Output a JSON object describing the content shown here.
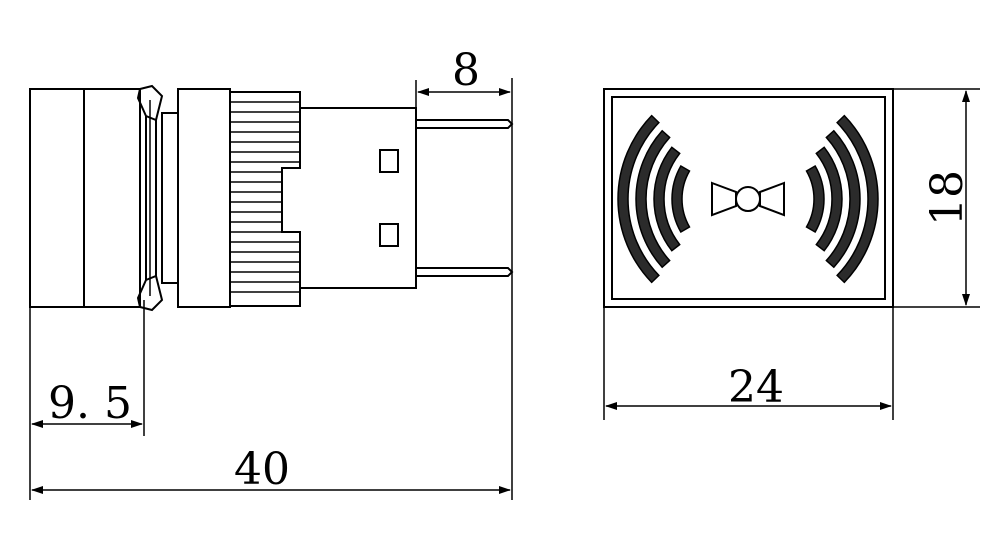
{
  "dimensions": {
    "top_width": "8",
    "flange_width": "9. 5",
    "total_length": "40",
    "front_width": "24",
    "front_height": "18"
  }
}
